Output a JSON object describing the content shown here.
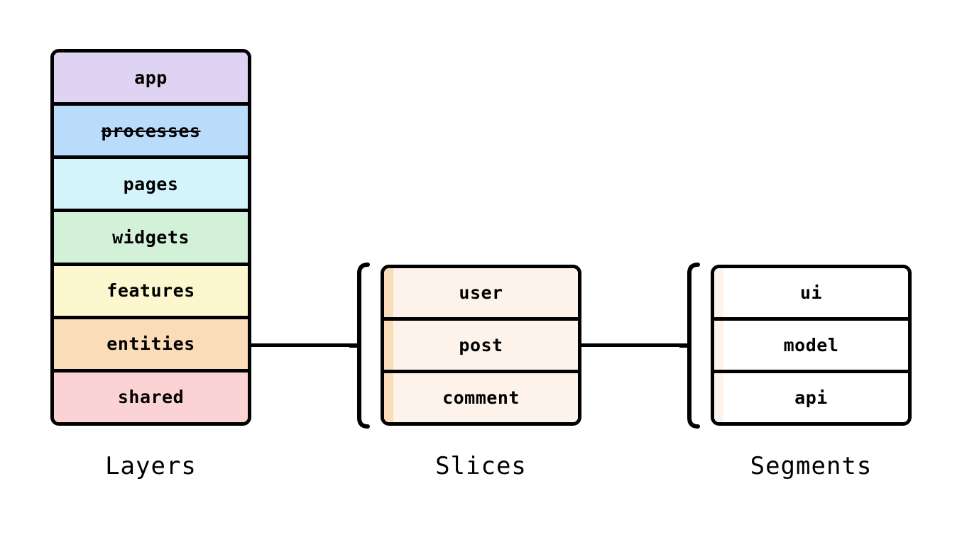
{
  "diagram": {
    "title_hidden": "",
    "columns": [
      {
        "id": "layers",
        "caption": "Layers",
        "accent_color": "",
        "items": [
          {
            "label": "app",
            "color": "#DED3F2",
            "struck": false
          },
          {
            "label": "processes",
            "color": "#BADCFB",
            "struck": true
          },
          {
            "label": "pages",
            "color": "#D4F4FC",
            "struck": false
          },
          {
            "label": "widgets",
            "color": "#D3F0D8",
            "struck": false
          },
          {
            "label": "features",
            "color": "#FCF7CE",
            "struck": false
          },
          {
            "label": "entities",
            "color": "#FBDCB9",
            "struck": false
          },
          {
            "label": "shared",
            "color": "#FCD3D5",
            "struck": false
          }
        ]
      },
      {
        "id": "slices",
        "caption": "Slices",
        "accent_color": "#FBDCB9",
        "items": [
          {
            "label": "user",
            "color": "#FDF3EA",
            "struck": false
          },
          {
            "label": "post",
            "color": "#FDF3EA",
            "struck": false
          },
          {
            "label": "comment",
            "color": "#FDF3EA",
            "struck": false
          }
        ]
      },
      {
        "id": "segments",
        "caption": "Segments",
        "accent_color": "#FDF3EA",
        "items": [
          {
            "label": "ui",
            "color": "#FFFFFF",
            "struck": false
          },
          {
            "label": "model",
            "color": "#FFFFFF",
            "struck": false
          },
          {
            "label": "api",
            "color": "#FFFFFF",
            "struck": false
          }
        ]
      }
    ],
    "connectors": [
      {
        "id": "entities-to-slices",
        "from": "entities",
        "to": "slices"
      },
      {
        "id": "slices-to-segments",
        "from": "slices",
        "to": "segments"
      }
    ],
    "brackets": [
      {
        "id": "slices-bracket",
        "target": "slices"
      },
      {
        "id": "segments-bracket",
        "target": "segments"
      }
    ],
    "stroke_color": "#000000",
    "background_color": "#FFFFFF"
  }
}
